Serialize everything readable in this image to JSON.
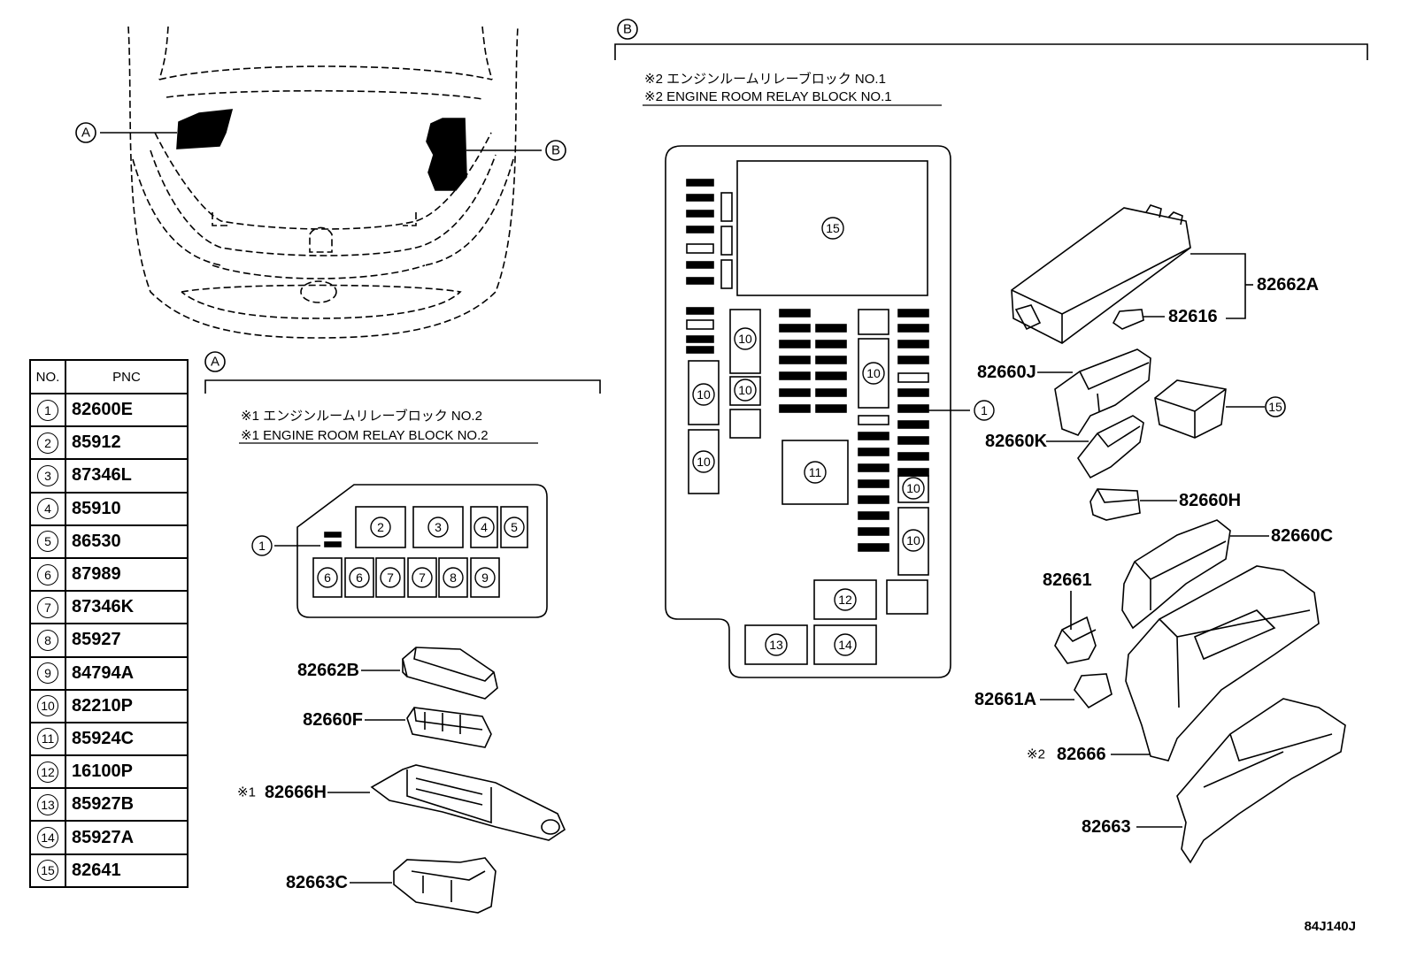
{
  "callouts": {
    "a": "A",
    "b": "B"
  },
  "table": {
    "headers": {
      "no": "NO.",
      "pnc": "PNC"
    },
    "rows": [
      {
        "no": "1",
        "pnc": "82600E"
      },
      {
        "no": "2",
        "pnc": "85912"
      },
      {
        "no": "3",
        "pnc": "87346L"
      },
      {
        "no": "4",
        "pnc": "85910"
      },
      {
        "no": "5",
        "pnc": "86530"
      },
      {
        "no": "6",
        "pnc": "87989"
      },
      {
        "no": "7",
        "pnc": "87346K"
      },
      {
        "no": "8",
        "pnc": "85927"
      },
      {
        "no": "9",
        "pnc": "84794A"
      },
      {
        "no": "10",
        "pnc": "82210P"
      },
      {
        "no": "11",
        "pnc": "85924C"
      },
      {
        "no": "12",
        "pnc": "16100P"
      },
      {
        "no": "13",
        "pnc": "85927B"
      },
      {
        "no": "14",
        "pnc": "85927A"
      },
      {
        "no": "15",
        "pnc": "82641"
      }
    ]
  },
  "section_a": {
    "note_jp": "※1 エンジンルームリレーブロック NO.2",
    "note_en": "※1 ENGINE ROOM RELAY BLOCK NO.2",
    "block_labels": {
      "n1": "1",
      "n2": "2",
      "n3": "3",
      "n4": "4",
      "n5": "5",
      "n6": "6",
      "n7": "7",
      "n8": "8",
      "n9": "9"
    },
    "parts": {
      "p1": "82662B",
      "p2": "82660F",
      "p3": "82666H",
      "p3_mark": "※1",
      "p4": "82663C"
    }
  },
  "section_b": {
    "note_jp": "※2 エンジンルームリレーブロック NO.1",
    "note_en": "※2 ENGINE ROOM RELAY BLOCK NO.1",
    "block_labels": {
      "n1": "1",
      "n10": "10",
      "n11": "11",
      "n12": "12",
      "n13": "13",
      "n14": "14",
      "n15": "15"
    },
    "parts": {
      "p1": "82662A",
      "p2": "82616",
      "p3": "82660J",
      "p4": "82660K",
      "p5": "82660H",
      "p6": "82660C",
      "p7": "82661",
      "p8": "82661A",
      "p9": "82666",
      "p9_mark": "※2",
      "p10": "82663"
    }
  },
  "code": "84J140J"
}
